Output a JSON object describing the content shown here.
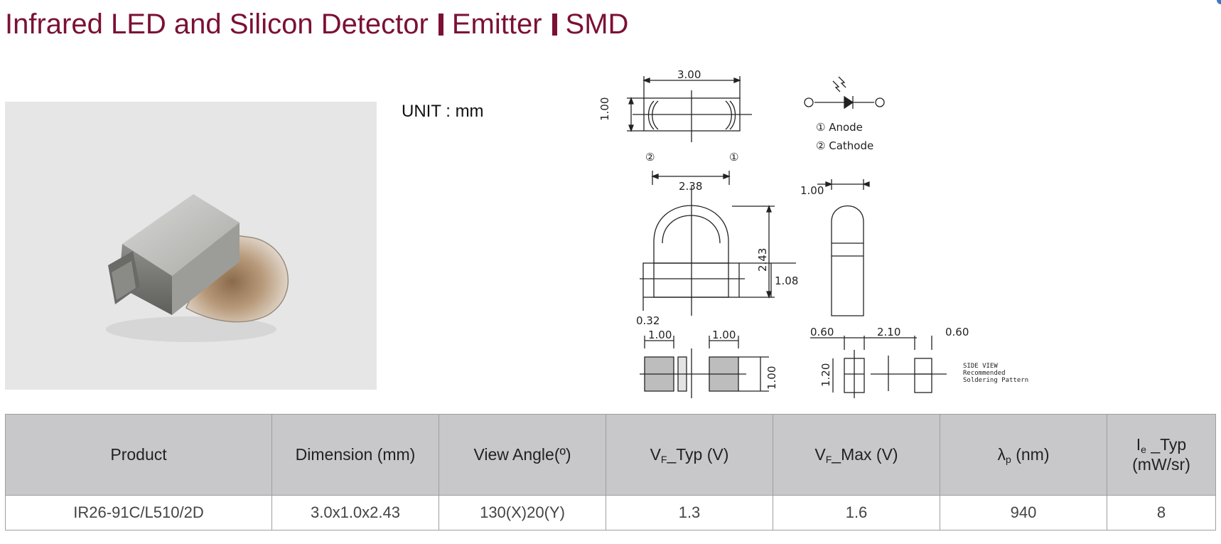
{
  "header": {
    "title_part1": "Infrared LED and Silicon Detector",
    "title_part2": "Emitter",
    "title_part3": "SMD"
  },
  "unit_label": "UNIT : mm",
  "drawing": {
    "top_width": "3.00",
    "top_height": "1.00",
    "pin2": "②",
    "pin1": "①",
    "legend_anode": "① Anode",
    "legend_cathode": "② Cathode",
    "front_width": "2.38",
    "front_height": "2.43",
    "body_height": "1.08",
    "offset": "0.32",
    "side_width": "1.00",
    "pad_left": "1.00",
    "pad_right": "1.00",
    "pad_height": "1.00",
    "sp_a": "0.60",
    "sp_b": "2.10",
    "sp_c": "0.60",
    "sp_h": "1.20",
    "note_1": "SIDE VIEW",
    "note_2": "Recommended",
    "note_3": "Soldering Pattern"
  },
  "table": {
    "headers": {
      "product": "Product",
      "dimension": "Dimension (mm)",
      "view_angle": "View Angle(º)",
      "vf_typ_sym": "V",
      "vf_typ_sub": "F",
      "vf_typ_rest": "_Typ (V)",
      "vf_max_sym": "V",
      "vf_max_sub": "F",
      "vf_max_rest": "_Max (V)",
      "lp_sym": "λ",
      "lp_sub": "p",
      "lp_rest": " (nm)",
      "ie_sym": "I",
      "ie_sub": "e",
      "ie_rest": " _Typ (mW/sr)"
    },
    "rows": [
      {
        "product": "IR26-91C/L510/2D",
        "dimension": "3.0x1.0x2.43",
        "view_angle": "130(X)20(Y)",
        "vf_typ": "1.3",
        "vf_max": "1.6",
        "lp": "940",
        "ie": "8"
      }
    ]
  }
}
